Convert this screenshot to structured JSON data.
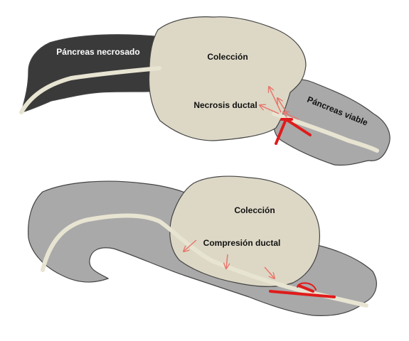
{
  "top_panel": {
    "necrotic_label": "Páncreas necrosado",
    "collection_label": "Colección",
    "ductal_necrosis_label": "Necrosis ductal",
    "viable_label": "Páncreas viable"
  },
  "bottom_panel": {
    "collection_label": "Colección",
    "ductal_compression_label": "Compresión ductal"
  },
  "colors": {
    "necrotic": "#3a3a3a",
    "viable": "#a9a9a9",
    "collection": "#ddd8c6",
    "duct": "#e8e4d2",
    "arrow": "#e8756b",
    "obstruction": "#e01b1b"
  }
}
